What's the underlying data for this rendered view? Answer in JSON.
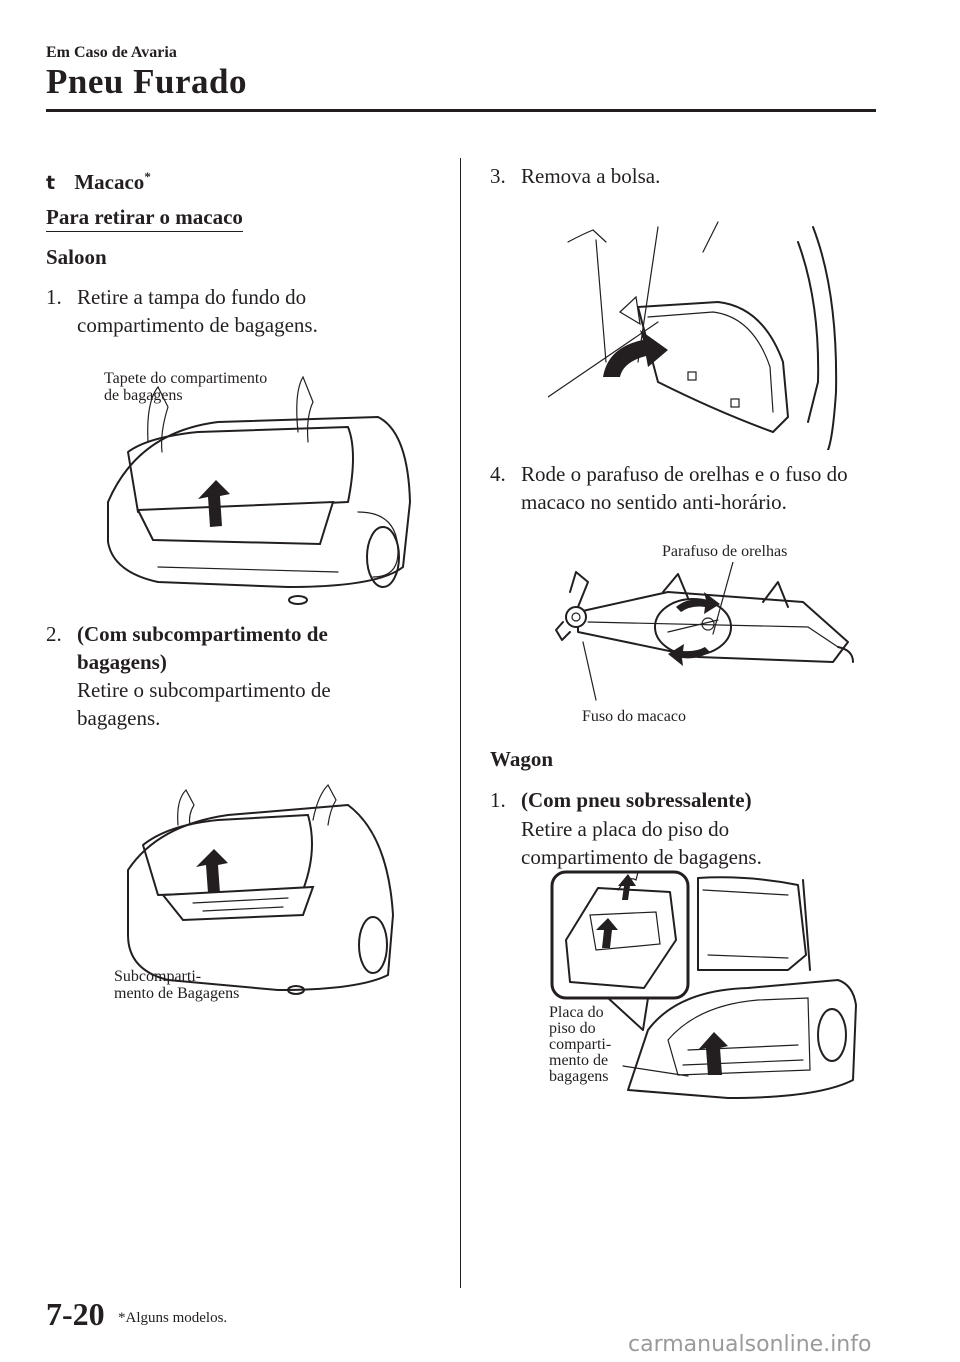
{
  "header": {
    "section_label": "Em Caso de Avaria",
    "chapter_title": "Pneu Furado"
  },
  "left": {
    "heading_bullet": "t",
    "heading_title": "Macaco",
    "heading_star": "*",
    "subheading": "Para retirar o macaco",
    "saloon_label": "Saloon",
    "step1_num": "1.",
    "step1_line1": "Retire a tampa do fundo do",
    "step1_line2": "compartimento de bagagens.",
    "fig1_caption_line1": "Tapete do compartimento",
    "fig1_caption_line2": "de bagagens",
    "step2_num": "2.",
    "step2_bold_line1": "(Com subcompartimento de",
    "step2_bold_line2": "bagagens)",
    "step2_line1": "Retire o subcompartimento de",
    "step2_line2": "bagagens.",
    "fig2_caption_line1": "Subcomparti-",
    "fig2_caption_line2": "mento de Bagagens"
  },
  "right": {
    "step3_num": "3.",
    "step3_text": "Remova a bolsa.",
    "step4_num": "4.",
    "step4_line1": "Rode o parafuso de orelhas e o fuso do",
    "step4_line2": "macaco no sentido anti-horário.",
    "fig4_caption_top": "Parafuso de orelhas",
    "fig4_caption_bottom": "Fuso do macaco",
    "wagon_label": "Wagon",
    "wagon_step1_num": "1.",
    "wagon_step1_bold": "(Com pneu sobressalente)",
    "wagon_step1_line1": "Retire a placa do piso do",
    "wagon_step1_line2": "compartimento de bagagens.",
    "fig5_caption_lines": [
      "Placa do",
      "piso do",
      "comparti-",
      "mento de",
      "bagagens"
    ]
  },
  "footer": {
    "page_number": "7-20",
    "footnote": "*Alguns modelos.",
    "watermark": "carmanualsonline.info"
  }
}
